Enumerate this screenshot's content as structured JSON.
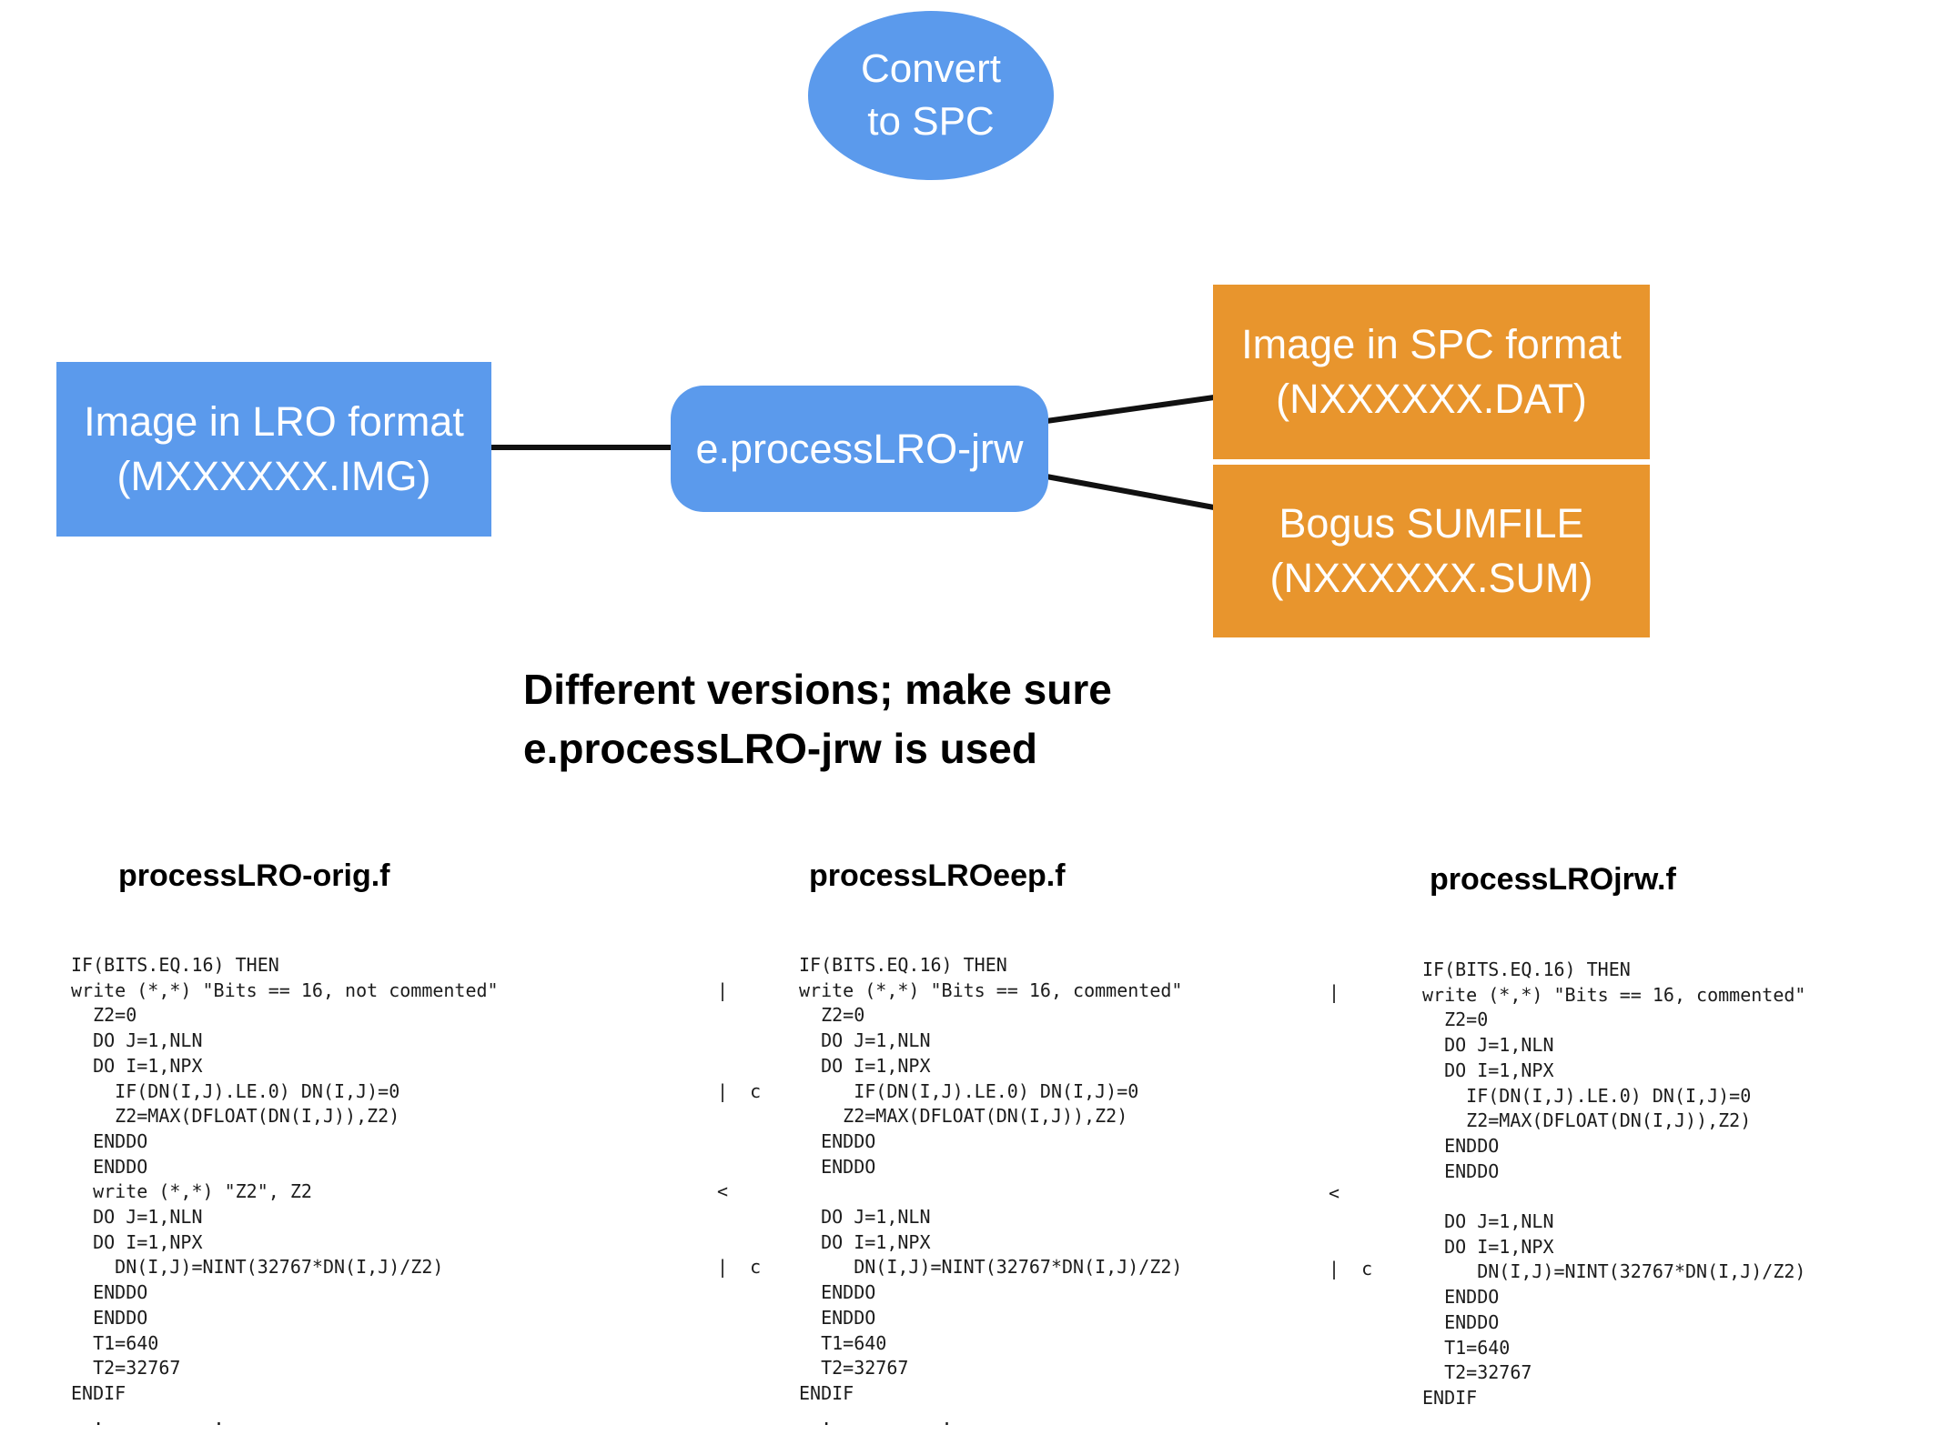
{
  "colors": {
    "blue": "#5B9AEC",
    "orange": "#E8952D",
    "line": "#111111",
    "text_on_fill": "#FFFFFF",
    "code_ink": "#1c1c1c",
    "ink": "#000000"
  },
  "diagram": {
    "convert_node": {
      "line1": "Convert",
      "line2": "to SPC"
    },
    "input_box": {
      "line1": "Image in LRO format",
      "line2": "(MXXXXXX.IMG)"
    },
    "process_node": {
      "label": "e.processLRO-jrw"
    },
    "output_box_top": {
      "line1": "Image in SPC format",
      "line2": "(NXXXXXX.DAT)"
    },
    "output_box_bottom": {
      "line1": "Bogus SUMFILE",
      "line2": "(NXXXXXX.SUM)"
    }
  },
  "caption": {
    "line1": "Different versions; make sure",
    "line2": "e.processLRO-jrw is used"
  },
  "code_columns": [
    {
      "title": "processLRO-orig.f",
      "lines": [
        "IF(BITS.EQ.16) THEN",
        "write (*,*) \"Bits == 16, not commented\"",
        "  Z2=0",
        "  DO J=1,NLN",
        "  DO I=1,NPX",
        "    IF(DN(I,J).LE.0) DN(I,J)=0",
        "    Z2=MAX(DFLOAT(DN(I,J)),Z2)",
        "  ENDDO",
        "  ENDDO",
        "  write (*,*) \"Z2\", Z2",
        "  DO J=1,NLN",
        "  DO I=1,NPX",
        "    DN(I,J)=NINT(32767*DN(I,J)/Z2)",
        "  ENDDO",
        "  ENDDO",
        "  T1=640",
        "  T2=32767",
        "ENDIF",
        "  .          ."
      ]
    },
    {
      "title": "processLROeep.f",
      "lines": [
        "IF(BITS.EQ.16) THEN",
        "write (*,*) \"Bits == 16, commented\"",
        "  Z2=0",
        "  DO J=1,NLN",
        "  DO I=1,NPX",
        "     IF(DN(I,J).LE.0) DN(I,J)=0",
        "    Z2=MAX(DFLOAT(DN(I,J)),Z2)",
        "  ENDDO",
        "  ENDDO",
        "",
        "  DO J=1,NLN",
        "  DO I=1,NPX",
        "     DN(I,J)=NINT(32767*DN(I,J)/Z2)",
        "  ENDDO",
        "  ENDDO",
        "  T1=640",
        "  T2=32767",
        "ENDIF",
        "  .          ."
      ]
    },
    {
      "title": "processLROjrw.f",
      "lines": [
        "IF(BITS.EQ.16) THEN",
        "write (*,*) \"Bits == 16, commented\"",
        "  Z2=0",
        "  DO J=1,NLN",
        "  DO I=1,NPX",
        "    IF(DN(I,J).LE.0) DN(I,J)=0",
        "    Z2=MAX(DFLOAT(DN(I,J)),Z2)",
        "  ENDDO",
        "  ENDDO",
        "",
        "  DO J=1,NLN",
        "  DO I=1,NPX",
        "     DN(I,J)=NINT(32767*DN(I,J)/Z2)",
        "  ENDDO",
        "  ENDDO",
        "  T1=640",
        "  T2=32767",
        "ENDIF"
      ]
    }
  ],
  "diff_markers": {
    "gap1": [
      {
        "row": 2,
        "glyph": "|"
      },
      {
        "row": 6,
        "glyph": "|  c"
      },
      {
        "row": 10,
        "glyph": "<"
      },
      {
        "row": 13,
        "glyph": "|  c"
      }
    ],
    "gap2": [
      {
        "row": 2,
        "glyph": "|"
      },
      {
        "row": 10,
        "glyph": "<"
      },
      {
        "row": 13,
        "glyph": "|  c"
      }
    ]
  }
}
